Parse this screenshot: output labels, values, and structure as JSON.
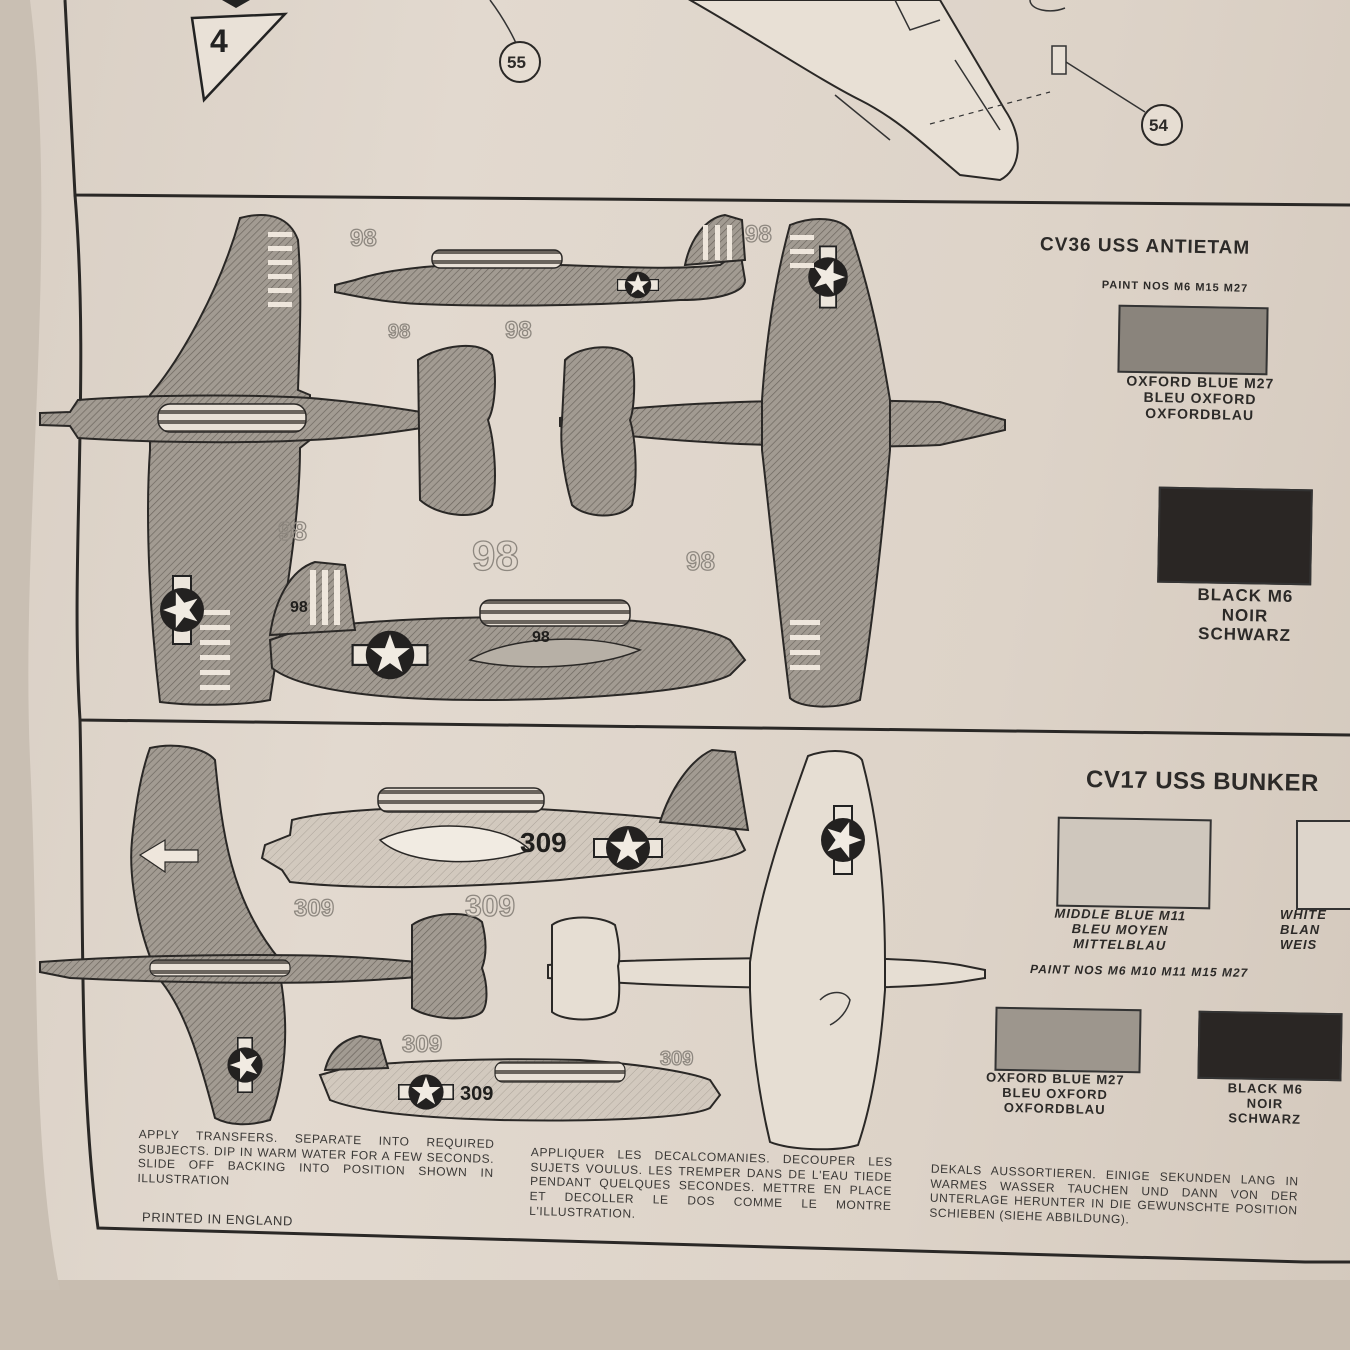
{
  "step": {
    "number": "4",
    "callouts": [
      "55",
      "54"
    ]
  },
  "sections": [
    {
      "title": "CV36 USS ANTIETAM",
      "paint_nos": "PAINT NOS M6 M15 M27",
      "swatches": [
        {
          "label_en": "OXFORD BLUE M27",
          "label_fr": "BLEU OXFORD",
          "label_de": "OXFORDBLAU",
          "color": "#8a847c"
        },
        {
          "label_en": "BLACK M6",
          "label_fr": "NOIR",
          "label_de": "SCHWARZ",
          "color": "#2a2624"
        }
      ],
      "aircraft_number": "98"
    },
    {
      "title": "CV17 USS BUNKER",
      "paint_nos": "PAINT NOS M6 M10 M11 M15 M27",
      "swatches": [
        {
          "label_en": "MIDDLE BLUE M11",
          "label_fr": "BLEU MOYEN",
          "label_de": "MITTELBLAU",
          "color": "#cfc7bd"
        },
        {
          "label_en": "WHITE",
          "label_fr": "BLAN",
          "label_de": "WEIS",
          "color": "#ddd5cb"
        },
        {
          "label_en": "OXFORD BLUE M27",
          "label_fr": "BLEU OXFORD",
          "label_de": "OXFORDBLAU",
          "color": "#9d968d"
        },
        {
          "label_en": "BLACK M6",
          "label_fr": "NOIR",
          "label_de": "SCHWARZ",
          "color": "#2a2624"
        }
      ],
      "aircraft_number": "309"
    }
  ],
  "instructions": {
    "en": "APPLY TRANSFERS. SEPARATE INTO REQUIRED SUBJECTS. DIP IN WARM WATER FOR A FEW SECONDS. SLIDE OFF BACKING INTO POSITION SHOWN IN ILLUSTRATION",
    "printed": "PRINTED IN ENGLAND",
    "fr": "APPLIQUER LES DECALCOMANIES. DECOUPER LES SUJETS VOULUS. LES TREMPER DANS DE L'EAU TIEDE PENDANT QUELQUES SECONDES. METTRE EN PLACE ET DECOLLER LE DOS COMME LE MONTRE L'ILLUSTRATION.",
    "de": "DEKALS AUSSORTIEREN. EINIGE SEKUNDEN LANG IN WARMES WASSER TAUCHEN UND DANN VON DER UNTERLAGE HERUNTER IN DIE GEWUNSCHTE POSITION SCHIEBEN (SIEHE ABBILDUNG)."
  }
}
